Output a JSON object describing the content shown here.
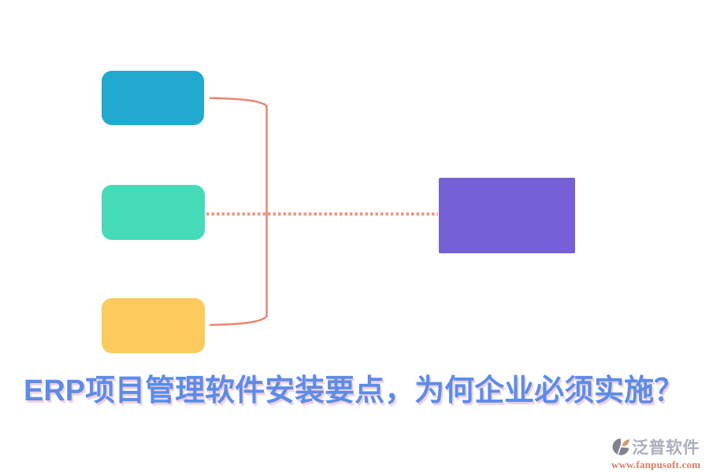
{
  "title": {
    "text": "ERP项目管理软件安装要点，为何企业必须实施？"
  },
  "watermark": {
    "brand": "泛普软件",
    "url": "www.fanpusoft.com"
  },
  "diagram": {
    "nodes": [
      {
        "id": "source-top",
        "label": "",
        "color": "#21A9CF"
      },
      {
        "id": "source-middle",
        "label": "",
        "color": "#45DBB9"
      },
      {
        "id": "source-bottom",
        "label": "",
        "color": "#FCCA5D"
      },
      {
        "id": "target-right",
        "label": "",
        "color": "#7560D6"
      }
    ],
    "connections": [
      {
        "from": "source-top",
        "to": "target-right",
        "style": "solid-bracket"
      },
      {
        "from": "source-middle",
        "to": "target-right",
        "style": "dotted"
      },
      {
        "from": "source-bottom",
        "to": "target-right",
        "style": "solid-bracket"
      }
    ]
  },
  "colors": {
    "node-teal": "#21A9CF",
    "node-green": "#45DBB9",
    "node-yellow": "#FCCA5D",
    "node-purple": "#7560D6",
    "connector": "#EF8373",
    "title-blue": "#5C8CE8",
    "title-shadow": "#EFD0DF",
    "brand-gray": "#A9AFBD",
    "url-salmon": "#E07A66"
  }
}
